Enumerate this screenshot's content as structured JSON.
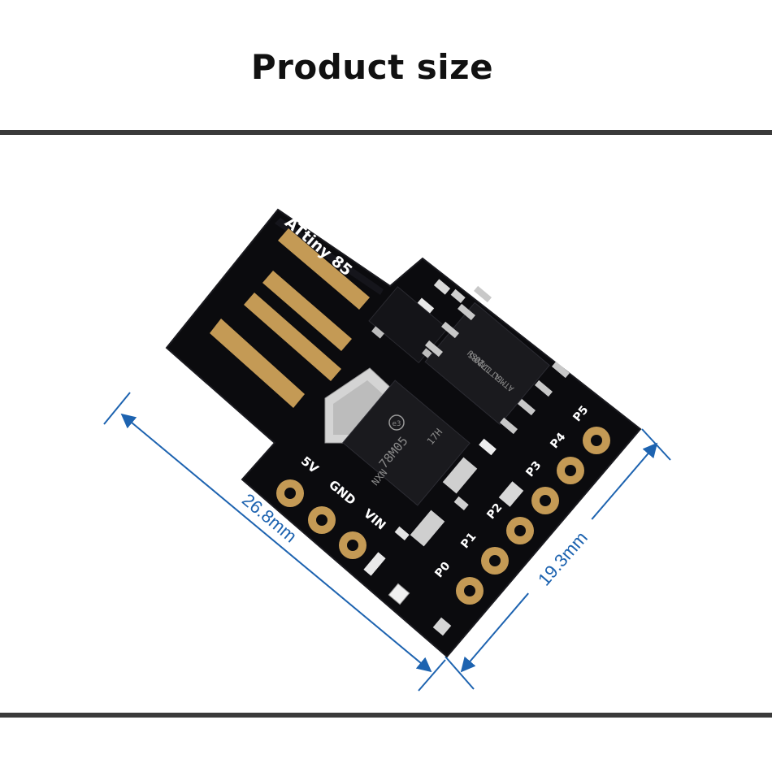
{
  "header": {
    "title": "Product size"
  },
  "board": {
    "name_label": "ATtiny 85",
    "pins_left": [
      "5V",
      "GND",
      "VIN"
    ],
    "pins_right": [
      "P0",
      "P1",
      "P2",
      "P3",
      "P4",
      "P5"
    ],
    "regulator_marking": "78M05",
    "regulator_code": "NXN",
    "regulator_date": "17H",
    "regulator_badge": "e3",
    "mcu_line1": "ATMEL 1720",
    "mcu_line2": "ATTINY85",
    "mcu_line3": "20SU"
  },
  "dimensions": {
    "length": "26.8mm",
    "width": "19.3mm"
  },
  "colors": {
    "pcb": "#0b0b0e",
    "gold": "#c49a55",
    "dimension_line": "#1d63b0"
  }
}
